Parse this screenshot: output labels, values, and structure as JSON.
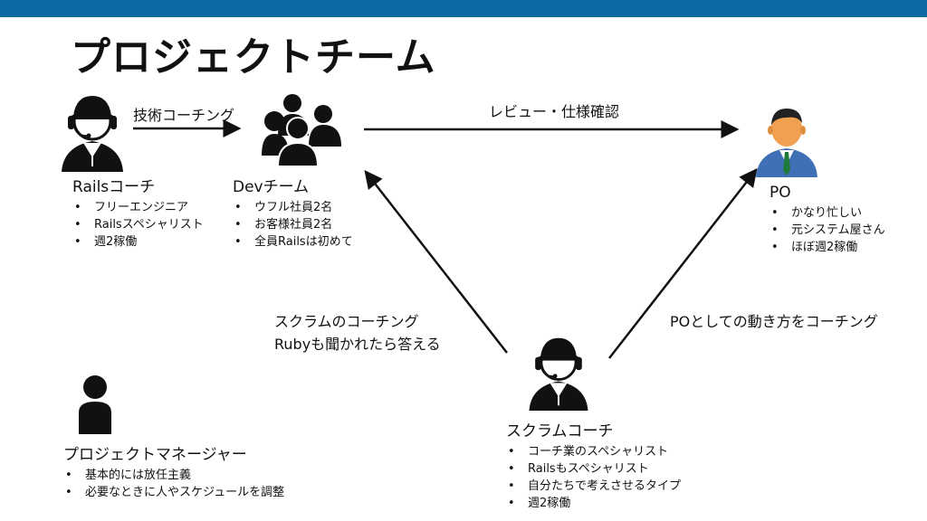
{
  "title": "プロジェクトチーム",
  "rails_coach": {
    "name": "Railsコーチ",
    "items": [
      "フリーエンジニア",
      "Railsスペシャリスト",
      "週2稼働"
    ]
  },
  "dev_team": {
    "name": "Devチーム",
    "items": [
      "ウフル社員2名",
      "お客様社員2名",
      "全員Railsは初めて"
    ]
  },
  "po": {
    "name": "PO",
    "items": [
      "かなり忙しい",
      "元システム屋さん",
      "ほぼ週2稼働"
    ]
  },
  "scrum_coach": {
    "name": "スクラムコーチ",
    "items": [
      "コーチ業のスペシャリスト",
      "Railsもスペシャリスト",
      "自分たちで考えさせるタイプ",
      "週2稼働"
    ]
  },
  "project_manager": {
    "name": "プロジェクトマネージャー",
    "items": [
      "基本的には放任主義",
      "必要なときに人やスケジュールを調整"
    ]
  },
  "relations": {
    "tech_coaching": "技術コーチング",
    "review": "レビュー・仕様確認",
    "scrum_coaching_line1": "スクラムのコーチング",
    "scrum_coaching_line2": "Rubyも聞かれたら答える",
    "po_coaching": "POとしての動き方をコーチング"
  },
  "colors": {
    "topbar": "#0b6aa2",
    "icon": "#111111",
    "po_skin": "#f0a050",
    "po_suit": "#3f6fb5"
  }
}
